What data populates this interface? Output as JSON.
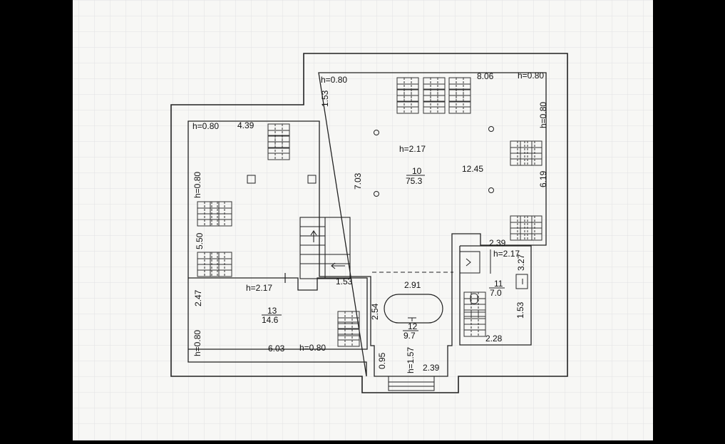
{
  "colors": {
    "background": "#000000",
    "paper": "#f7f7f5",
    "line": "#222222",
    "grid": "#dedede"
  },
  "heights": {
    "h_top_left": "h=0.80",
    "h_top_right": "h=0.80",
    "h_left_upper": "h=0.80",
    "h_right_upper": "h=0.80",
    "h_left_wall": "h=0.80",
    "h_room10": "h=2.17",
    "h_room13": "h=2.17",
    "h_room13_left": "h=0.80",
    "h_room13_bottom": "h=0.80",
    "h_room11": "h=2.17",
    "h_room12_vertical": "h=1.57"
  },
  "dimensions": {
    "d_153_top": "1.53",
    "d_806": "8.06",
    "d_439": "4.39",
    "d_703": "7.03",
    "d_1245": "12.45",
    "d_619": "6.19",
    "d_550": "5.50",
    "d_247": "2.47",
    "d_603": "6.03",
    "d_153_stair": "1.53",
    "d_291": "2.91",
    "d_254": "2.54",
    "d_095": "0.95",
    "d_239_bottom": "2.39",
    "d_239_top": "2.39",
    "d_327": "3.27",
    "d_153_right": "1.53",
    "d_228": "2.28"
  },
  "rooms": [
    {
      "id": "room-10",
      "number": "10",
      "area": "75.3"
    },
    {
      "id": "room-13",
      "number": "13",
      "area": "14.6"
    },
    {
      "id": "room-12",
      "number": "12",
      "area": "9.7"
    },
    {
      "id": "room-11",
      "number": "11",
      "area": "7.0"
    }
  ]
}
